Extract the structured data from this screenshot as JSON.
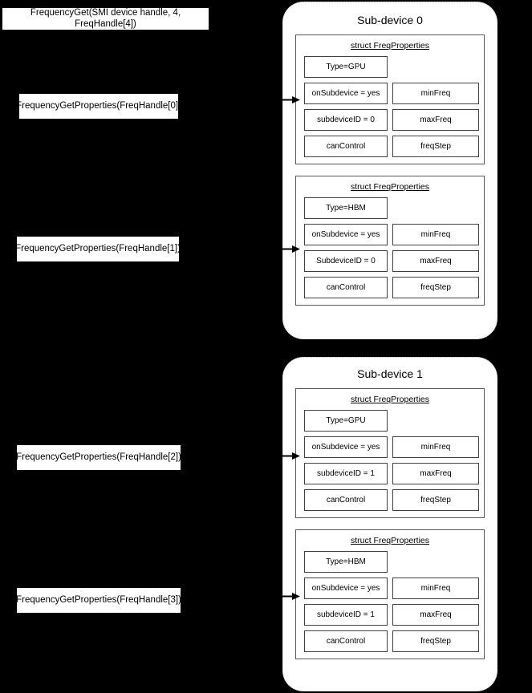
{
  "api_calls": [
    {
      "id": "api-call-0",
      "label": "FrequencyGet(SMI device handle, 4, FreqHandle[4])"
    },
    {
      "id": "api-call-1",
      "label": "FrequencyGetProperties(FreqHandle[0])"
    },
    {
      "id": "api-call-2",
      "label": "FrequencyGetProperties(FreqHandle[1])"
    },
    {
      "id": "api-call-3",
      "label": "FrequencyGetProperties(FreqHandle[2])"
    },
    {
      "id": "api-call-4",
      "label": "FrequencyGetProperties(FreqHandle[3])"
    }
  ],
  "subdevices": [
    {
      "title": "Sub-device 0",
      "structs": [
        {
          "title": "struct FreqProperties",
          "fields": [
            "Type=GPU",
            "",
            "onSubdevice = yes",
            "minFreq",
            "subdeviceID = 0",
            "maxFreq",
            "canControl",
            "freqStep"
          ]
        },
        {
          "title": "struct FreqProperties",
          "fields": [
            "Type=HBM",
            "",
            "onSubdevice = yes",
            "minFreq",
            "SubdeviceID = 0",
            "maxFreq",
            "canControl",
            "freqStep"
          ]
        }
      ]
    },
    {
      "title": "Sub-device 1",
      "structs": [
        {
          "title": "struct FreqProperties",
          "fields": [
            "Type=GPU",
            "",
            "onSubdevice = yes",
            "minFreq",
            "subdeviceID = 1",
            "maxFreq",
            "canControl",
            "freqStep"
          ]
        },
        {
          "title": "struct FreqProperties",
          "fields": [
            "Type=HBM",
            "",
            "onSubdevice = yes",
            "minFreq",
            "subdeviceID = 1",
            "maxFreq",
            "canControl",
            "freqStep"
          ]
        }
      ]
    }
  ],
  "arrows": [
    {
      "id": "arrow-to-struct-0",
      "name": "arrow-to-subdevice0-gpu-struct"
    },
    {
      "id": "arrow-to-struct-1",
      "name": "arrow-to-subdevice0-hbm-struct"
    },
    {
      "id": "arrow-to-struct-2",
      "name": "arrow-to-subdevice1-gpu-struct"
    },
    {
      "id": "arrow-to-struct-3",
      "name": "arrow-to-subdevice1-hbm-struct"
    }
  ],
  "colors": {
    "background": "#000000",
    "panel": "#ffffff",
    "struct_border": "#595959",
    "field_border": "#404040",
    "container_border": "#c8c8c8"
  }
}
